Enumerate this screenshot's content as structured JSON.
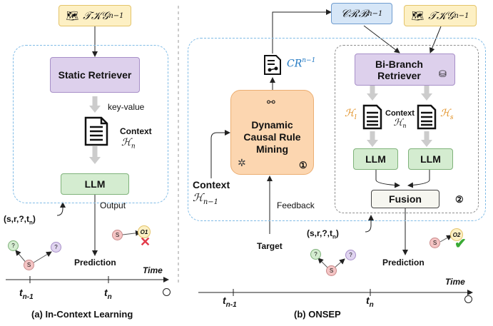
{
  "left": {
    "tkg_label": "𝒯𝒦𝒢",
    "tkg_sub": "n−1",
    "static_retriever": "Static Retriever",
    "key_value": "key-value",
    "context_label": "Context",
    "context_h": "ℋ",
    "context_sub": "n",
    "llm": "LLM",
    "output": "Output",
    "query": "(s,r,?,t",
    "query_sub": "n",
    "query_end": ")",
    "prediction": "Prediction",
    "node_s": "S",
    "node_q": "?",
    "node_o1": "O1",
    "t_prev": "t",
    "t_prev_sub": "n-1",
    "t_n": "t",
    "t_n_sub": "n",
    "time": "Time",
    "caption": "(a) In-Context Learning"
  },
  "right": {
    "crb_label": "𝒞ℛℬ",
    "crb_sup": "n−1",
    "tkg_label": "𝒯𝒦𝒢",
    "tkg_sub": "n−1",
    "cr_label": "CR",
    "cr_sup": "n−1",
    "dcrm_label": "Dynamic Causal Rule Mining",
    "dcrm_num": "①",
    "bi_branch": "Bi-Branch Retriever",
    "h_l": "ℋ",
    "h_l_sub": "l",
    "h_s": "ℋ",
    "h_s_sub": "s",
    "context_label": "Context",
    "context_h": "ℋ",
    "context_sub": "n",
    "llm1": "LLM",
    "llm2": "LLM",
    "fusion": "Fusion",
    "fusion_num": "②",
    "ctx_left_label": "Context",
    "ctx_left_h": "ℋ",
    "ctx_left_sub": "n−1",
    "feedback": "Feedback",
    "target": "Target",
    "query": "(s,r,?,t",
    "query_sub": "n",
    "query_end": ")",
    "prediction": "Prediction",
    "node_s": "S",
    "node_q": "?",
    "node_o2": "O2",
    "t_prev": "t",
    "t_prev_sub": "n-1",
    "t_n": "t",
    "t_n_sub": "n",
    "time": "Time",
    "caption": "(b) ONSEP"
  },
  "colors": {
    "purple": "#ddd0ec",
    "green": "#d4ecd0",
    "yellow": "#fdf0c4",
    "blue": "#d6e6f7",
    "orange": "#fcd6b0",
    "cross": "#e23b4a",
    "check": "#3aaa35"
  }
}
